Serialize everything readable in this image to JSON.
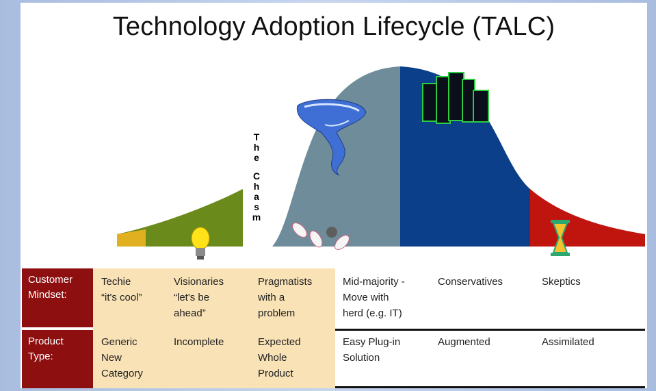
{
  "title": "Technology Adoption Lifecycle (TALC)",
  "chasm_label": [
    "T",
    "h",
    "e",
    "C",
    "h",
    "a",
    "s",
    "m"
  ],
  "colors": {
    "innovators": "#e0b020",
    "early_adopters": "#6b8a1c",
    "early_majority": "#6f8c9a",
    "late_majority": "#0b3f8a",
    "laggards": "#c0140f",
    "row_header": "#8e0f0f",
    "left_table_bg": "#f9e2b6"
  },
  "icons": [
    "lightbulb-icon",
    "tornado-icon",
    "bowling-pins-icon",
    "city-buildings-icon",
    "hourglass-icon"
  ],
  "table": {
    "rows": [
      {
        "header": "Customer\nMindset:",
        "cells": [
          "Techie\n“it's cool”",
          "Visionaries\n“let's be\nahead”",
          "Pragmatists\nwith a\nproblem",
          "Mid-majority -\nMove with\nherd (e.g. IT)",
          "Conservatives",
          "Skeptics"
        ]
      },
      {
        "header": "Product\nType:",
        "cells": [
          "Generic\nNew\nCategory",
          "Incomplete",
          "Expected\nWhole\nProduct",
          "Easy Plug-in\nSolution",
          "Augmented",
          "Assimilated"
        ]
      }
    ]
  }
}
